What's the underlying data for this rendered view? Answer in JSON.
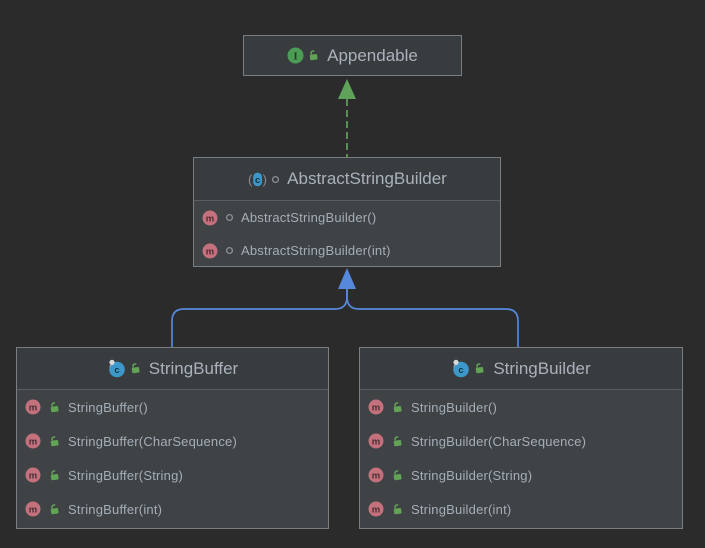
{
  "diagram": {
    "background": "#2b2b2b",
    "colors": {
      "node_body": "#3f4345",
      "node_header": "#393c3e",
      "node_border": "#7a7e80",
      "text": "#a9b2bc",
      "edge_implements_green": "#5fa35a",
      "edge_extends_blue": "#5689db",
      "interface_icon_green": "#4c9c55",
      "class_icon_blue": "#3c98c8",
      "method_icon_pink": "#c4717d",
      "public_lock_green": "#62a356"
    },
    "edges": [
      {
        "type": "realization",
        "from": "AbstractStringBuilder",
        "to": "Appendable",
        "style": "dashed"
      },
      {
        "type": "generalization",
        "from": "StringBuffer",
        "to": "AbstractStringBuilder",
        "style": "solid"
      },
      {
        "type": "generalization",
        "from": "StringBuilder",
        "to": "AbstractStringBuilder",
        "style": "solid"
      }
    ],
    "nodes": [
      {
        "title": "Appendable",
        "kind": "interface",
        "members": []
      },
      {
        "title": "AbstractStringBuilder",
        "kind": "abstract-class",
        "members": [
          {
            "name": "AbstractStringBuilder()",
            "visibility": "package-private"
          },
          {
            "name": "AbstractStringBuilder(int)",
            "visibility": "package-private"
          }
        ]
      },
      {
        "title": "StringBuffer",
        "kind": "final-class",
        "members": [
          {
            "name": "StringBuffer()",
            "visibility": "public"
          },
          {
            "name": "StringBuffer(CharSequence)",
            "visibility": "public"
          },
          {
            "name": "StringBuffer(String)",
            "visibility": "public"
          },
          {
            "name": "StringBuffer(int)",
            "visibility": "public"
          }
        ]
      },
      {
        "title": "StringBuilder",
        "kind": "final-class",
        "members": [
          {
            "name": "StringBuilder()",
            "visibility": "public"
          },
          {
            "name": "StringBuilder(CharSequence)",
            "visibility": "public"
          },
          {
            "name": "StringBuilder(String)",
            "visibility": "public"
          },
          {
            "name": "StringBuilder(int)",
            "visibility": "public"
          }
        ]
      }
    ]
  }
}
